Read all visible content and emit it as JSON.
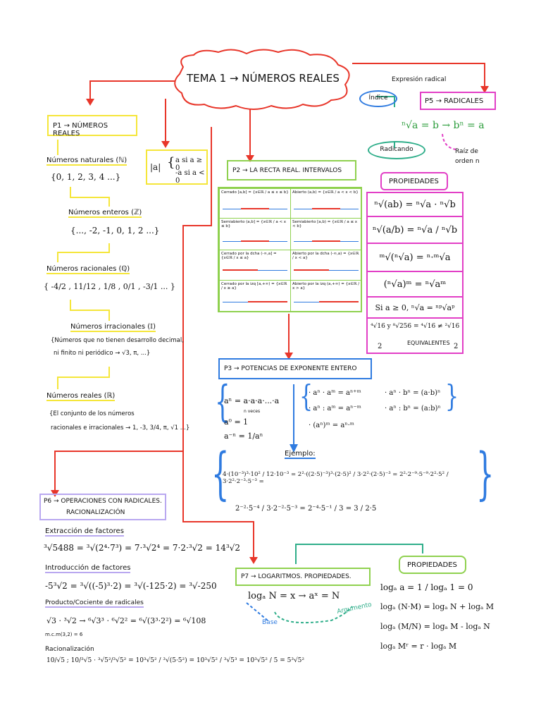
{
  "title": "TEMA 1 → NÚMEROS REALES",
  "abs_box": {
    "line1": "a si a ≥ 0",
    "line2": "-a si a < 0",
    "prefix": "|a|"
  },
  "p1": {
    "heading": "P1 → NÚMEROS REALES",
    "naturales_title": "Números naturales (ℕ)",
    "naturales_set": "{0, 1, 2, 3, 4 ...}",
    "enteros_title": "Números enteros (ℤ)",
    "enteros_set": "{..., -2, -1, 0, 1, 2 ...}",
    "racionales_title": "Números racionales (ℚ)",
    "racionales_set": "{ -4/2 , 11/12 , 1/8 , 0/1 , -3/1 ... }",
    "irracionales_title": "Números irracionales (𝕀)",
    "irracionales_desc_1": "{Números que no tienen desarrollo decimal,",
    "irracionales_desc_2": "ni finito ni periódico → √3, π, ...}",
    "reales_title": "Números reales (ℝ)",
    "reales_desc_1": "{El conjunto de los números",
    "reales_desc_2": "racionales e irracionales → 1, -3, 3/4, π, √1 ...}"
  },
  "p2": {
    "heading": "P2 → LA RECTA REAL. INTERVALOS",
    "cells": [
      "Cerrado [a,b] = {x∈ℝ / a ≤ x ≤ b}",
      "Abierto (a,b) = {x∈ℝ / a < x < b}",
      "Semiabierto (a,b] = {x∈ℝ / a < x ≤ b}",
      "Semiabierto [a,b) = {x∈ℝ / a ≤ x < b}",
      "Cerrado por la dcha (-∞,a] = {x∈ℝ / x ≤ a}",
      "Abierto por la dcha (-∞,a) = {x∈ℝ / x < a}",
      "Cerrado por la izq [a,+∞) = {x∈ℝ / x ≥ a}",
      "Abierto por la izq (a,+∞) = {x∈ℝ / x > a}"
    ]
  },
  "p3": {
    "heading": "P3 → POTENCIAS DE EXPONENTE ENTERO",
    "def1": "aⁿ = a·a·a·...·a",
    "def1_note": "n veces",
    "def2": "a⁰ = 1",
    "def3": "a⁻ⁿ = 1/aⁿ",
    "prop1": "· aⁿ · aᵐ = aⁿ⁺ᵐ",
    "prop2": "· aⁿ : aᵐ = aⁿ⁻ᵐ",
    "prop3": "· (aⁿ)ᵐ = aⁿ·ᵐ",
    "prop4": "· aⁿ · bⁿ = (a·b)ⁿ",
    "prop5": "· aⁿ : bⁿ = (a:b)ⁿ",
    "ejemplo_label": "Ejemplo:",
    "ej_line1": "4·(10⁻³)³·10² / 12·10⁻³ = 2²·((2·5)⁻³)³·(2·5)² / 3·2²·(2·5)⁻³ = 2²·2⁻⁹·5⁻⁹·2²·5² / 3·2²·2⁻³·5⁻³ =",
    "ej_line2": "2⁻²·5⁻⁴ / 3·2⁻²·5⁻³ = 2⁻⁴·5⁻¹ / 3 = 3 / 2·5"
  },
  "p5": {
    "caption": "Expresión radical",
    "indice": "Índice",
    "heading": "P5 → RADICALES",
    "formula": "ⁿ√a = b → bⁿ = a",
    "radicando": "Radicando",
    "raiz": "Raíz de orden n",
    "propiedades": "PROPIEDADES",
    "props": [
      "ⁿ√(ab) = ⁿ√a · ⁿ√b",
      "ⁿ√(a/b) = ⁿ√a / ⁿ√b",
      "ᵐ√(ⁿ√a) = ⁿ·ᵐ√a",
      "(ⁿ√a)ᵐ = ⁿ√aᵐ",
      "Si a ≥ 0, ⁿ√a = ⁿᵖ√aᵖ"
    ],
    "equiv": "⁴√16 y ⁸√256 = ⁴√16 ≠ ²√16",
    "equiv_label": "EQUIVALENTES",
    "equiv_left": "2",
    "equiv_right": "2"
  },
  "p6": {
    "heading_1": "P6 → OPERACIONES CON RADICALES.",
    "heading_2": "RACIONALIZACIÓN",
    "extraccion": "Extracción de factores",
    "ext_formula": "³√5488 = ³√(2⁴·7³) = 7·³√2⁴ = 7·2·³√2 = 14³√2",
    "introduccion": "Introducción de factores",
    "int_formula": "-5³√2 = ³√((-5)³·2) = ³√(-125·2) = ³√-250",
    "producto": "Producto/Cociente de radicales",
    "prod_formula": "√3 · ³√2 → ⁶√3³ · ⁶√2² = ⁶√(3³·2²) = ⁶√108",
    "mcm": "m.c.m(3,2) = 6",
    "racionalizacion": "Racionalización",
    "rac_formula": "10/√5 ; 10/³√5 · ³√5²/³√5² = 10³√5² / ³√(5·5²) = 10³√5² / ³√5³ = 10³√5² / 5 = 5³√5²"
  },
  "p7": {
    "heading": "P7 → LOGARITMOS. PROPIEDADES.",
    "def": "logₐ N = x → aˣ = N",
    "argumento": "Argumento",
    "base": "Base",
    "propiedades": "PROPIEDADES",
    "props": [
      "logₐ a = 1 / logₐ 1 = 0",
      "logₐ (N·M) = logₐ N + logₐ M",
      "logₐ (M/N) = logₐ M - logₐ N",
      "logₐ Mʳ = r · logₐ M"
    ]
  },
  "colors": {
    "red": "#e8362a",
    "yellow": "#f5e63a",
    "green": "#8fd14f",
    "blue": "#2f7be0",
    "magenta": "#e23fc6",
    "purple": "#b9a8f0",
    "teal": "#2fae8a"
  }
}
